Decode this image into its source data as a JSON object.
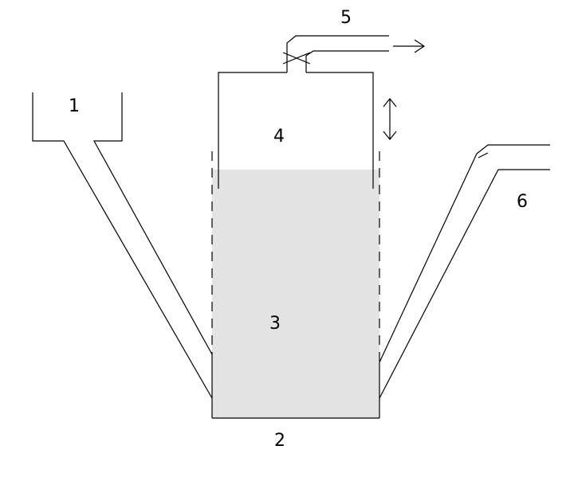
{
  "labels": {
    "funnel": "1",
    "bottom": "2",
    "liquid": "3",
    "bell": "4",
    "outlet": "5",
    "side_tube": "6"
  },
  "colors": {
    "liquid_fill": "#e3e3e3",
    "line": "#000000",
    "background": "#ffffff"
  }
}
